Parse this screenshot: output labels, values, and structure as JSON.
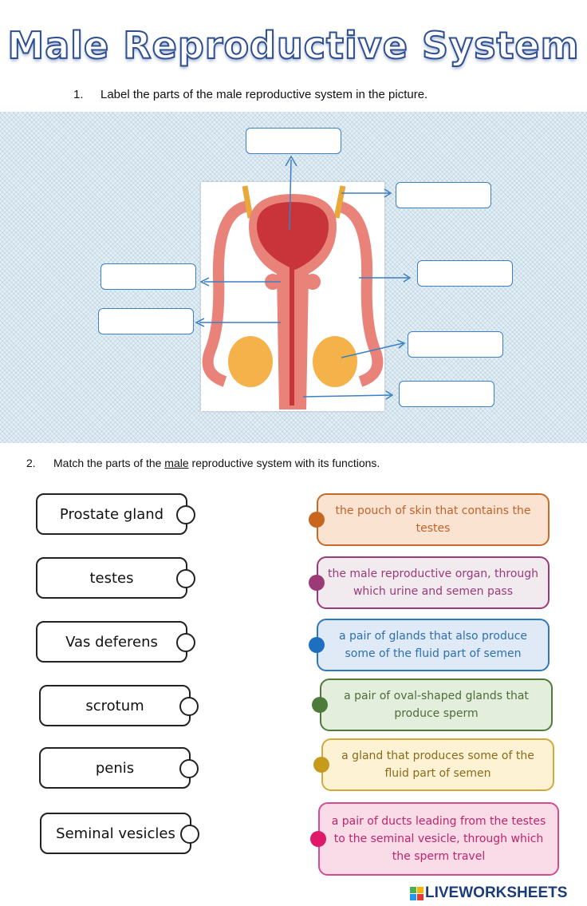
{
  "title": "Male Reproductive System",
  "question1": {
    "number": "1.",
    "text": "Label the parts of the male reproductive system in the picture."
  },
  "question2": {
    "number": "2.",
    "text_before": "Match the parts of the ",
    "text_underlined": "male",
    "text_after": " reproductive system with its functions."
  },
  "terms": [
    "Prostate gland",
    "testes",
    "Vas deferens",
    "scrotum",
    "penis",
    "Seminal vesicles"
  ],
  "functions": [
    {
      "text": "the pouch of skin that contains the testes",
      "border": "#c8692a",
      "bg": "#fbe3d2",
      "color": "#c0622a",
      "dot": "#c8651e"
    },
    {
      "text": "the male reproductive organ, through which urine and semen pass",
      "border": "#9c3a78",
      "bg": "#f1eaee",
      "color": "#9c3a78",
      "dot": "#9c3a78"
    },
    {
      "text": "a pair of glands that also produce some of the fluid part of semen",
      "border": "#2d78c0",
      "bg": "#dfeaf6",
      "color": "#2d6fb0",
      "dot": "#1f6fc0"
    },
    {
      "text": "a pair of oval-shaped glands that produce sperm",
      "border": "#4e7b3a",
      "bg": "#e3eedc",
      "color": "#4e6b3a",
      "dot": "#4e7b3a"
    },
    {
      "text": "a gland that produces some of the fluid part of semen",
      "border": "#d4a93a",
      "bg": "#fdf3d4",
      "color": "#8a6a1a",
      "dot": "#c79a1c"
    },
    {
      "text": "a pair of ducts leading from the testes to the seminal vesicle, through which the sperm travel",
      "border": "#d44c8c",
      "bg": "#fadbe8",
      "color": "#c0246a",
      "dot": "#e0186a"
    }
  ],
  "brand": "LIVEWORKSHEETS"
}
